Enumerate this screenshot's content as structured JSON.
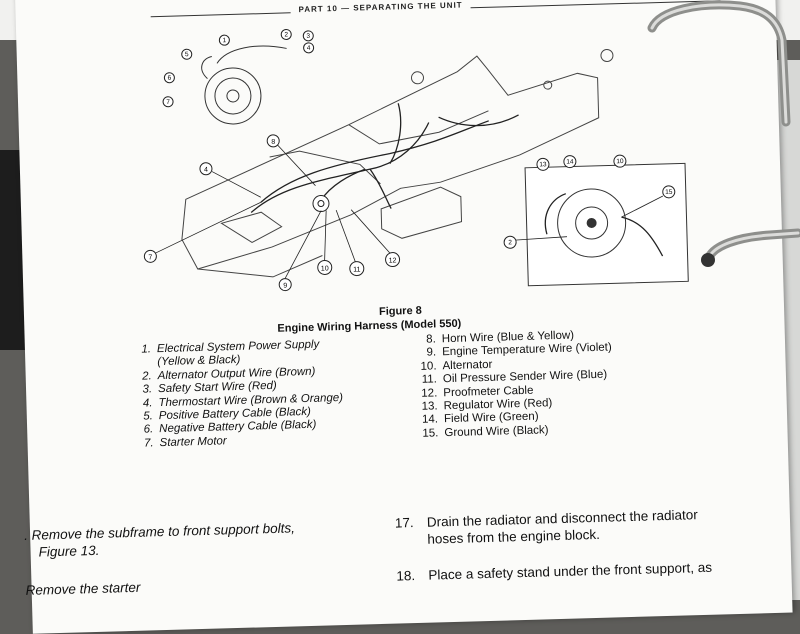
{
  "header": {
    "text": "PART 10 — SEPARATING THE UNIT"
  },
  "figure": {
    "title": "Figure 8",
    "subtitle": "Engine Wiring Harness (Model 550)"
  },
  "legend_left": [
    {
      "num": "1.",
      "text": "Electrical System Power Supply"
    },
    {
      "num": "",
      "text": "(Yellow & Black)"
    },
    {
      "num": "2.",
      "text": "Alternator Output Wire (Brown)"
    },
    {
      "num": "3.",
      "text": "Safety Start Wire (Red)"
    },
    {
      "num": "4.",
      "text": "Thermostart Wire (Brown & Orange)"
    },
    {
      "num": "5.",
      "text": "Positive Battery Cable (Black)"
    },
    {
      "num": "6.",
      "text": "Negative Battery Cable (Black)"
    },
    {
      "num": "7.",
      "text": "Starter Motor"
    }
  ],
  "legend_right": [
    {
      "num": "8.",
      "text": "Horn Wire (Blue & Yellow)"
    },
    {
      "num": "9.",
      "text": "Engine Temperature Wire (Violet)"
    },
    {
      "num": "10.",
      "text": "Alternator"
    },
    {
      "num": "11.",
      "text": "Oil Pressure Sender Wire (Blue)"
    },
    {
      "num": "12.",
      "text": "Proofmeter Cable"
    },
    {
      "num": "13.",
      "text": "Regulator Wire (Red)"
    },
    {
      "num": "14.",
      "text": "Field Wire (Green)"
    },
    {
      "num": "15.",
      "text": "Ground Wire (Black)"
    }
  ],
  "steps": {
    "left_line1": ". Remove the subframe to front support bolts,",
    "left_line2": "Figure 13.",
    "left_line3": "Remove the starter",
    "s17_num": "17.",
    "s17_line1": "Drain the radiator and disconnect the radiator",
    "s17_line2": "hoses from the engine block.",
    "s18_num": "18.",
    "s18_line1": "Place a safety stand under the front support, as"
  },
  "callouts": {
    "main": [
      "8",
      "4",
      "7",
      "9",
      "10",
      "11",
      "12"
    ],
    "topleft": [
      "1",
      "2",
      "3",
      "4",
      "5",
      "6",
      "7"
    ],
    "inset": [
      "13",
      "14",
      "10",
      "15",
      "2"
    ]
  }
}
